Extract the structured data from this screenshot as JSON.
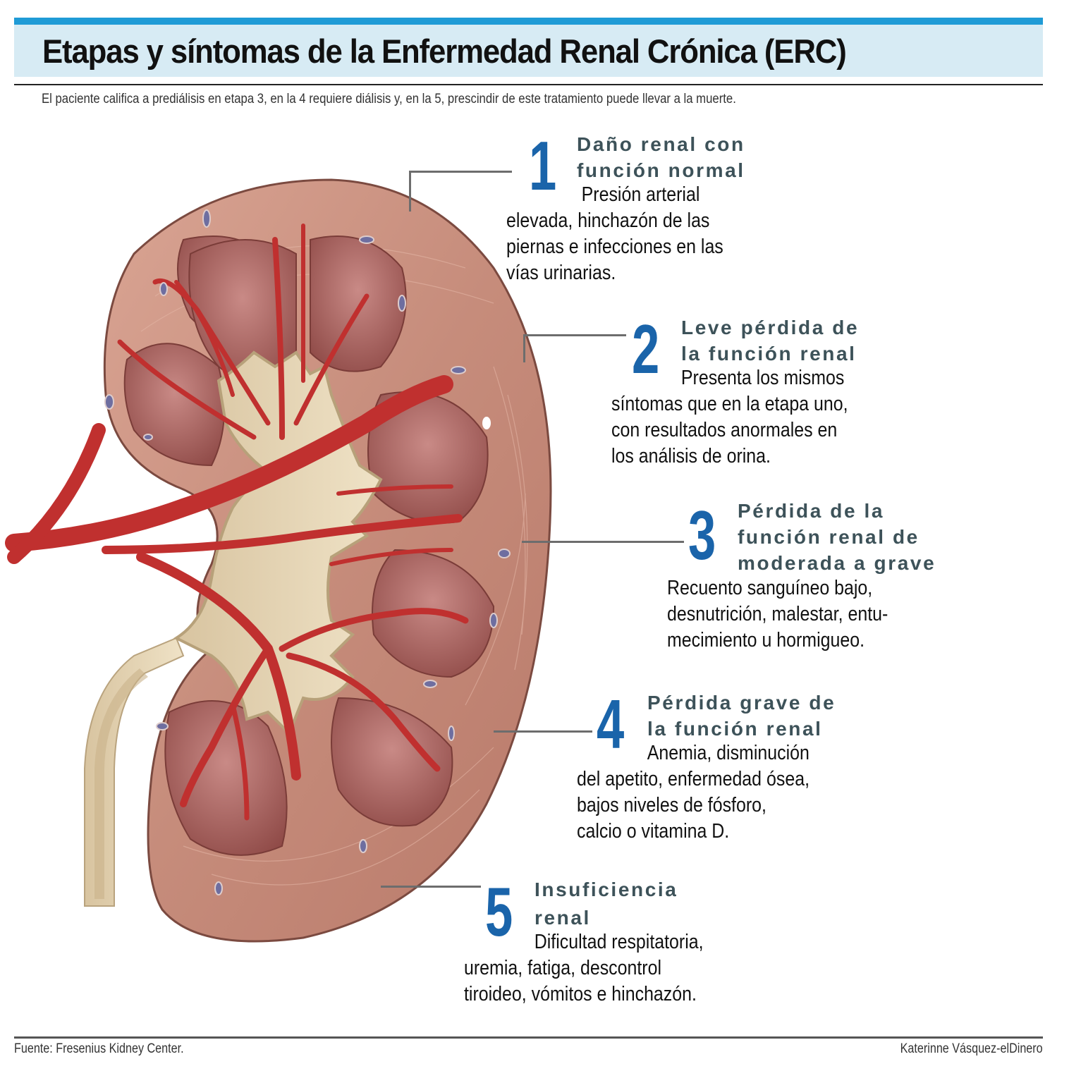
{
  "header": {
    "title": "Etapas y síntomas de la Enfermedad Renal Crónica (ERC)",
    "subtitle": "El paciente califica a prediálisis en etapa 3, en la 4 requiere diálisis y, en la 5, prescindir de este tratamiento puede llevar a la muerte."
  },
  "colors": {
    "accent_bar": "#1f9bd6",
    "header_bg": "#d7ebf4",
    "stage_number": "#1a64aa",
    "stage_heading": "#3d5259",
    "kidney_cortex": "#c98f7e",
    "kidney_medulla": "#a9605a",
    "artery": "#c0302f",
    "pelvis": "#e8d8b8"
  },
  "illustration": {
    "subject": "kidney-cross-section",
    "parts": [
      "cortex",
      "medulla-pyramids",
      "renal-artery-branches",
      "renal-pelvis",
      "ureter"
    ]
  },
  "stages": [
    {
      "number": "1",
      "heading": [
        "Daño renal con",
        "función normal"
      ],
      "body": [
        "Presión arterial",
        "elevada, hinchazón de las",
        "piernas e infecciones en las",
        "vías urinarias."
      ]
    },
    {
      "number": "2",
      "heading": [
        "Leve pérdida de",
        "la función renal"
      ],
      "body": [
        "Presenta los mismos",
        "síntomas que en la etapa uno,",
        "con resultados anormales en",
        "los análisis de orina."
      ]
    },
    {
      "number": "3",
      "heading": [
        "Pérdida de la",
        "función renal de",
        "moderada a grave"
      ],
      "body": [
        "Recuento sanguíneo bajo,",
        "desnutrición, malestar, entu-",
        "mecimiento u hormigueo."
      ]
    },
    {
      "number": "4",
      "heading": [
        "Pérdida grave de",
        "la función renal"
      ],
      "body": [
        "Anemia, disminución",
        "del apetito, enfermedad ósea,",
        "bajos niveles de fósforo,",
        "calcio o vitamina D."
      ]
    },
    {
      "number": "5",
      "heading": [
        "Insuficiencia",
        "renal"
      ],
      "body": [
        "Dificultad respitatoria,",
        "uremia, fatiga, descontrol",
        "tiroideo, vómitos e hinchazón."
      ]
    }
  ],
  "footer": {
    "source": "Fuente: Fresenius Kidney Center.",
    "credit": "Katerinne Vásquez-elDinero"
  }
}
